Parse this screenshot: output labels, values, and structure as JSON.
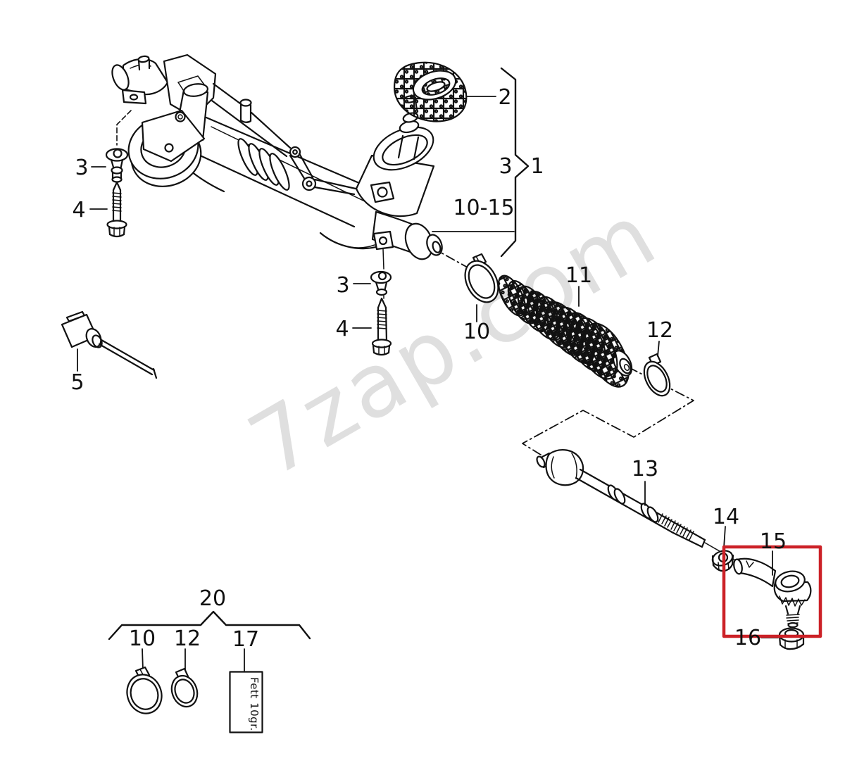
{
  "diagram": {
    "watermark": "7zap.com",
    "highlight_color": "#cc2127",
    "line_color": "#111111",
    "callouts": {
      "n1": "1",
      "n2": "2",
      "n3_bracket": "3",
      "n10_15": "10-15",
      "n3_left": "3",
      "n4_left": "4",
      "n3_mid": "3",
      "n4_mid": "4",
      "n5": "5",
      "n10": "10",
      "n11": "11",
      "n12": "12",
      "n13": "13",
      "n14": "14",
      "n15": "15",
      "n16": "16"
    },
    "kit_group": {
      "n20": "20",
      "n10": "10",
      "n12": "12",
      "n17": "17",
      "grease_label": "Fett 10gr."
    }
  }
}
